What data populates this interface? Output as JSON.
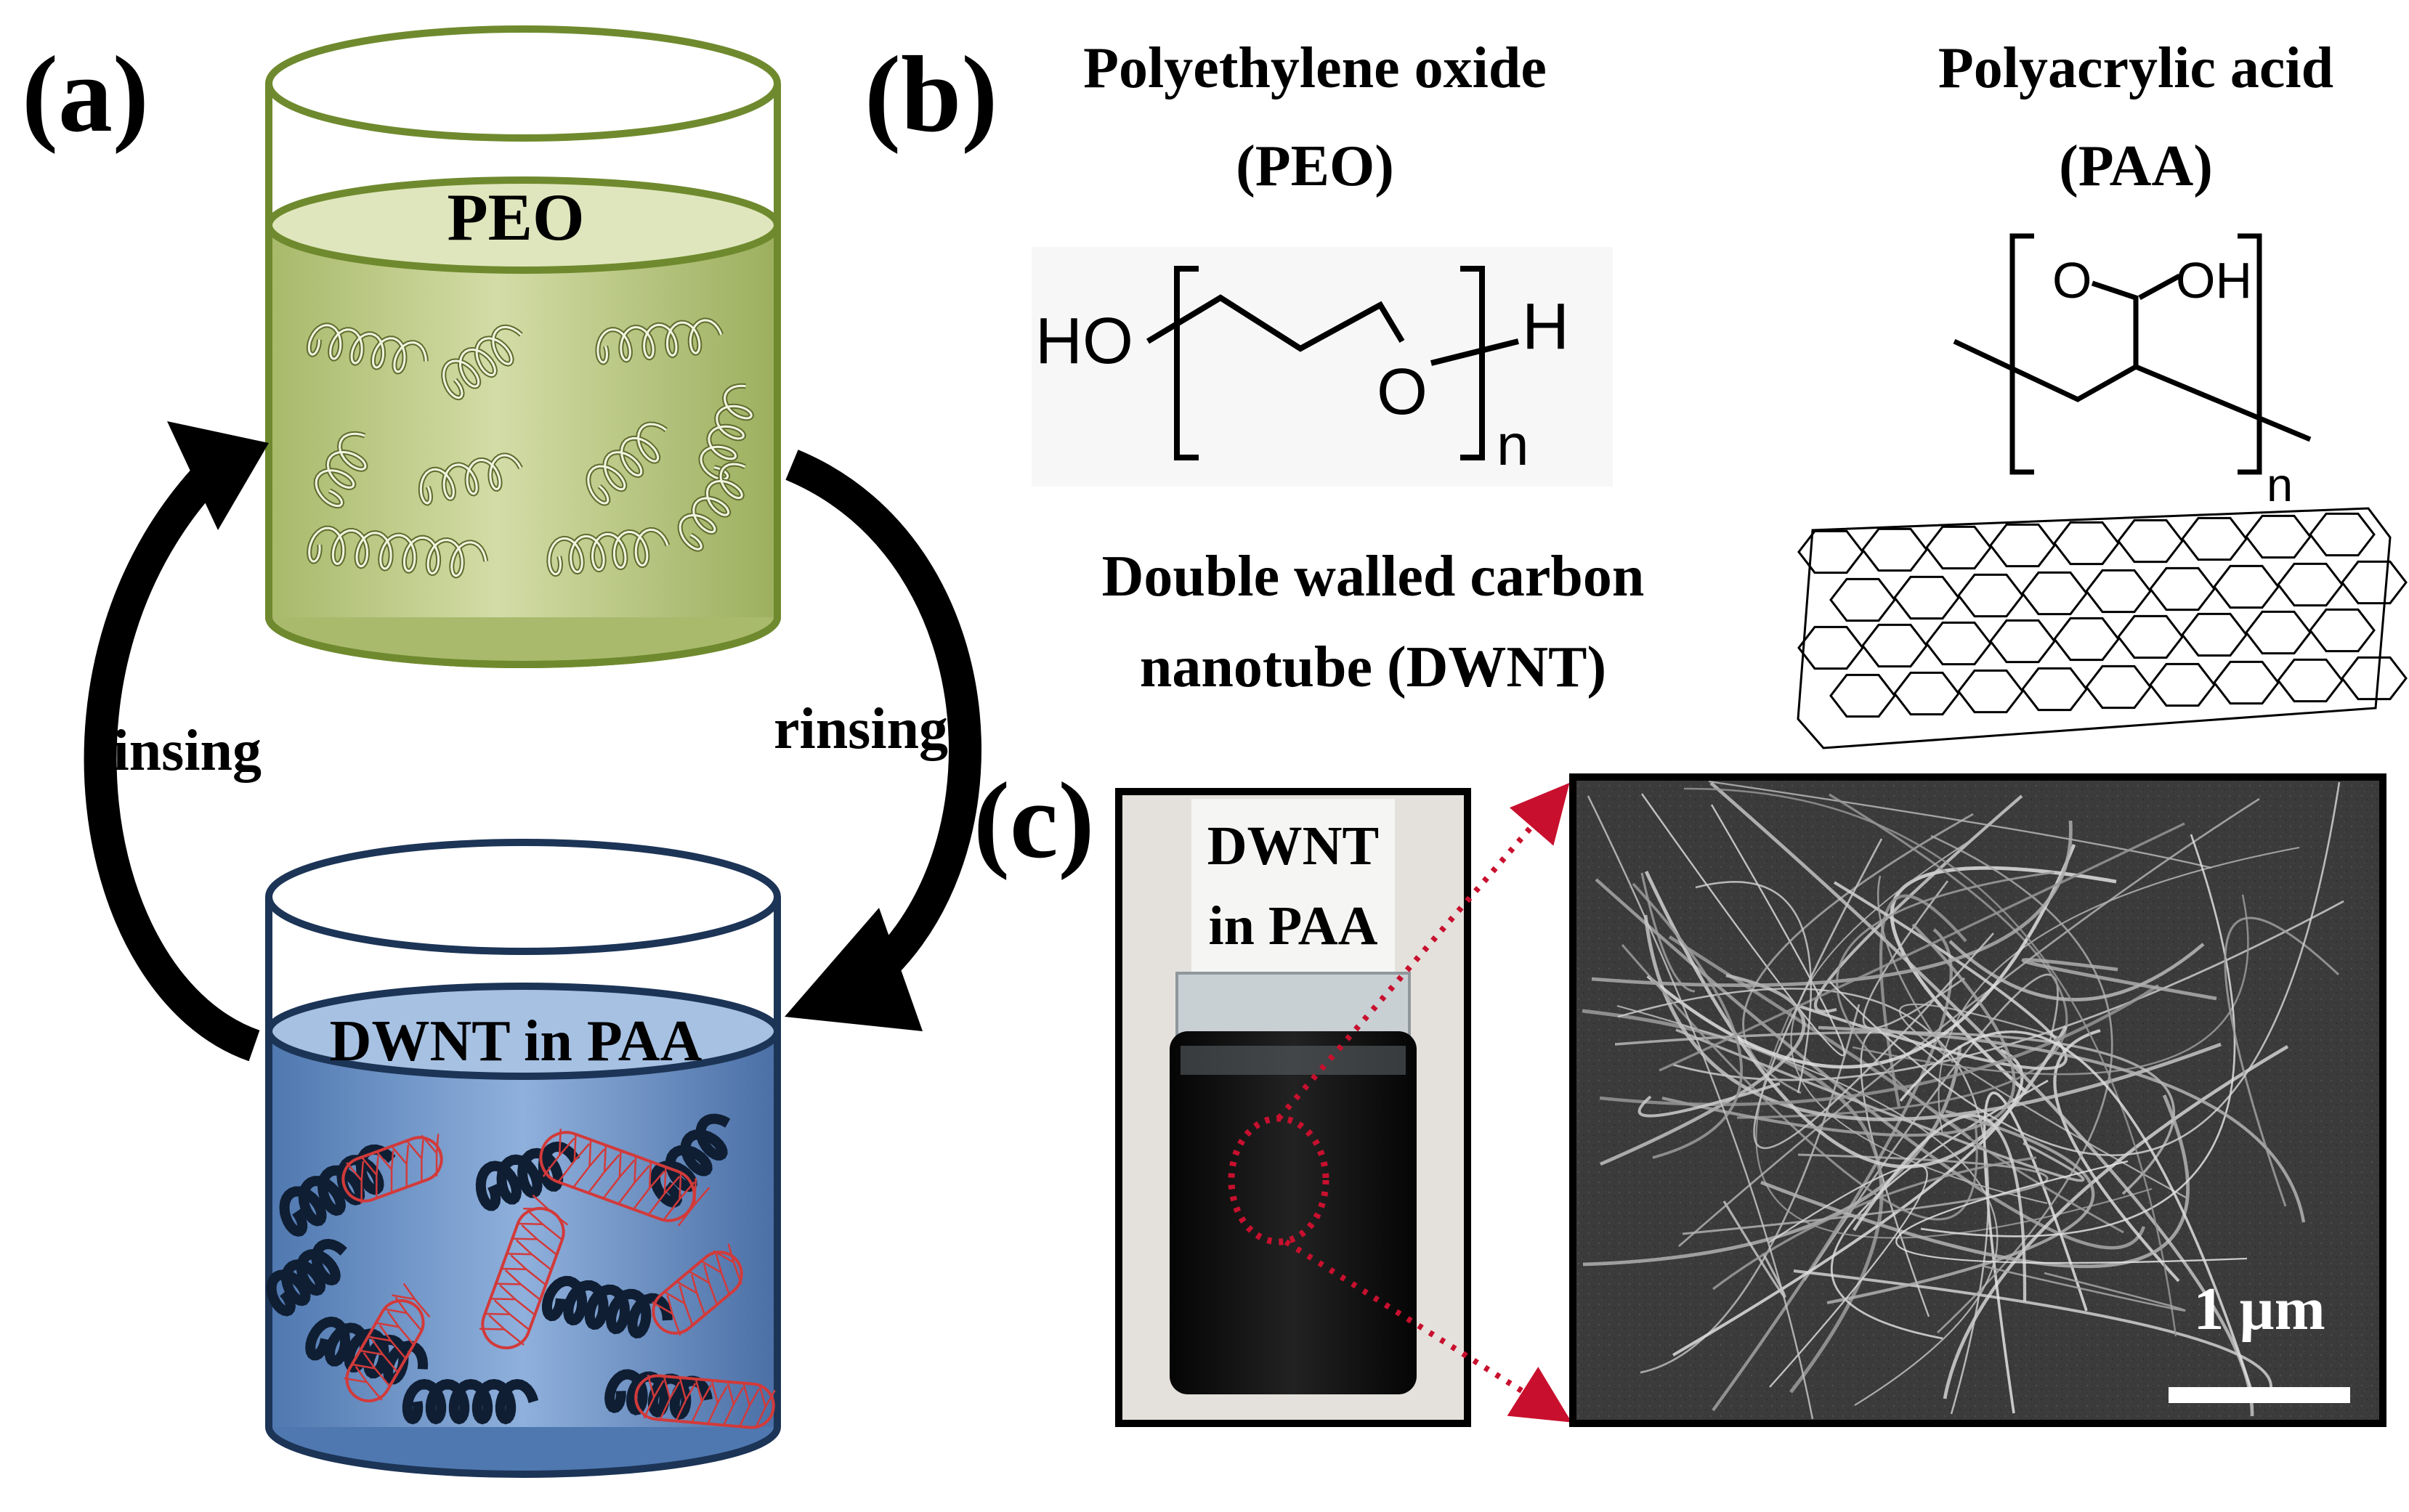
{
  "panels": {
    "a": {
      "label": "(a)",
      "beaker_top_label": "PEO",
      "beaker_bottom_label": "DWNT in PAA",
      "rinsing_left": "rinsing",
      "rinsing_right": "rinsing"
    },
    "b": {
      "label": "(b)",
      "peo_name": "Polyethylene oxide",
      "peo_abbr": "(PEO)",
      "paa_name": "Polyacrylic acid",
      "paa_abbr": "(PAA)",
      "dwnt_name_line1": "Double walled carbon",
      "dwnt_name_line2": "nanotube (DWNT)",
      "peo_structure": {
        "ho": "HO",
        "o": "O",
        "h": "H",
        "n": "n"
      },
      "paa_structure": {
        "carbonyl_o": "O",
        "oh": "OH",
        "n": "n"
      }
    },
    "c": {
      "label": "(c)",
      "vial_label_line1": "DWNT",
      "vial_label_line2": "in PAA",
      "scale_bar": "1 µm"
    }
  },
  "colors": {
    "peo_beaker_stroke": "#6f8a2e",
    "peo_solution": "#c3d08c",
    "paa_beaker_stroke": "#1c3456",
    "paa_solution": "#6f95c8",
    "nanotube_red": "#d23a3a",
    "arrow_dotted_red": "#c8102e",
    "sem_background": "#3a3a3a"
  }
}
